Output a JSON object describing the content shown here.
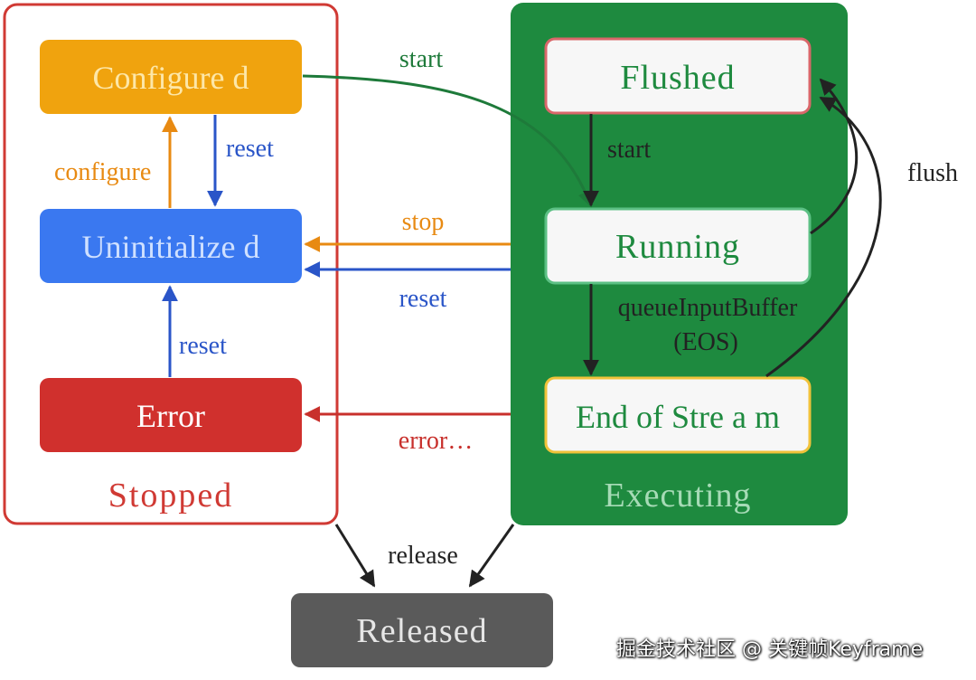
{
  "groups": {
    "stopped": {
      "label": "Stopped",
      "color": "#d03a34"
    },
    "executing": {
      "label": "Executing",
      "fill": "#1e8a3f",
      "label_color": "#a6dbb6"
    }
  },
  "states": {
    "configured": {
      "label": "Configure d",
      "fill": "#f0a30e",
      "text_color": "#fde7a8"
    },
    "uninitialized": {
      "label": "Uninitialize d",
      "fill": "#3a78f0",
      "text_color": "#cfe0ff"
    },
    "error": {
      "label": "Error",
      "fill": "#d0302d",
      "text_color": "#ffffff"
    },
    "flushed": {
      "label": "Flushed",
      "border": "#d9676a",
      "text_color": "#1e8a3f"
    },
    "running": {
      "label": "Running",
      "border": "#5cc084",
      "text_color": "#1e8a3f"
    },
    "end_of_stream": {
      "label": "End of Stre a m",
      "border": "#f0c23a",
      "text_color": "#1e8a3f"
    },
    "released": {
      "label": "Released",
      "fill": "#5a5a5a",
      "text_color": "#e6e6e6"
    }
  },
  "transitions": {
    "start_top": {
      "label": "start",
      "color": "#1e7a3a"
    },
    "reset_config": {
      "label": "reset",
      "color": "#2a55c8"
    },
    "configure": {
      "label": "configure",
      "color": "#e88a12"
    },
    "start_inner": {
      "label": "start",
      "color": "#222222"
    },
    "stop": {
      "label": "stop",
      "color": "#e88a12"
    },
    "reset_exec": {
      "label": "reset",
      "color": "#2a55c8"
    },
    "reset_error": {
      "label": "reset",
      "color": "#2a55c8"
    },
    "queue_input": {
      "label_line1": "queueInputBuffer",
      "label_line2": "(EOS)",
      "color": "#222222"
    },
    "error": {
      "label": "error…",
      "color": "#c8302c"
    },
    "flush": {
      "label": "flush",
      "color": "#222222"
    },
    "release": {
      "label": "release",
      "color": "#222222"
    }
  },
  "watermark": {
    "text": "掘金技术社区 @ 关键帧Keyframe"
  }
}
